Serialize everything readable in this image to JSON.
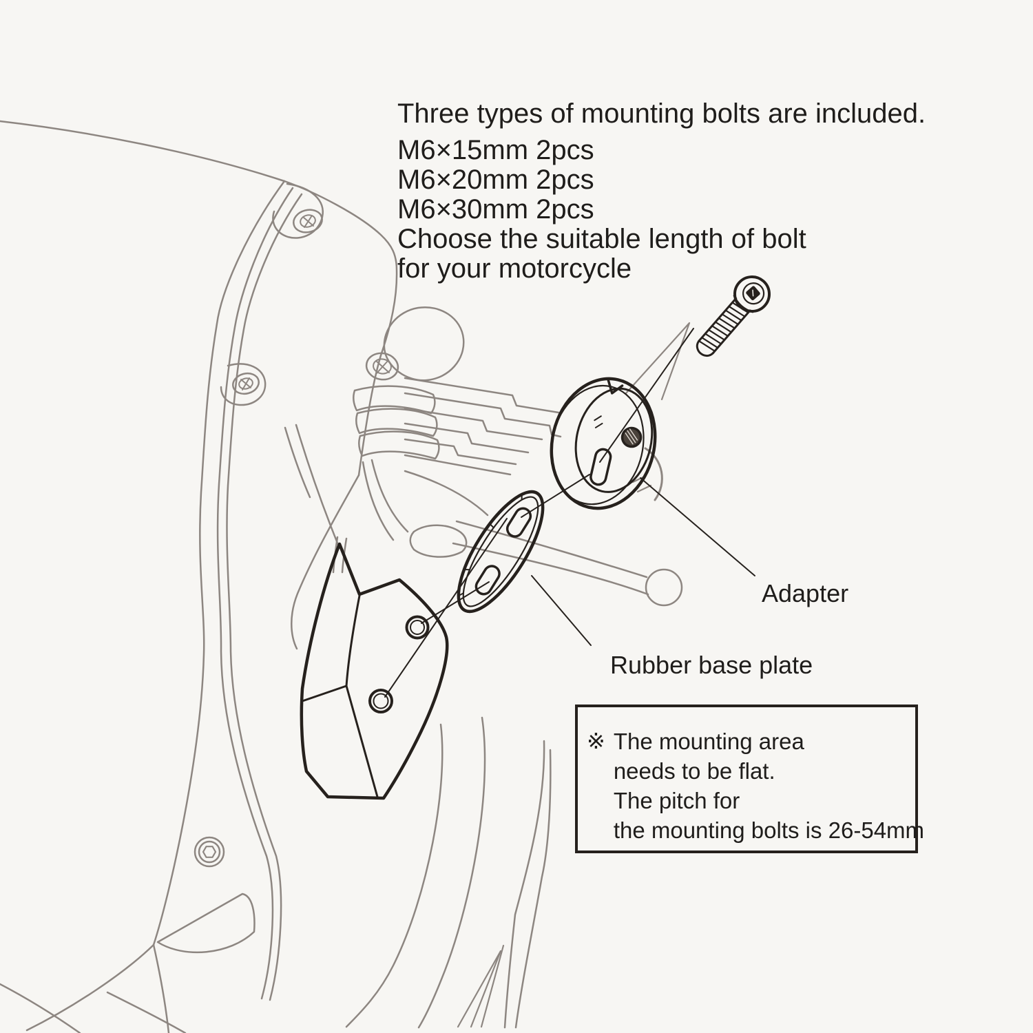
{
  "instructions": {
    "title": "Three types of mounting bolts are included.",
    "bolt_options": [
      "M6×15mm 2pcs",
      "M6×20mm 2pcs",
      "M6×30mm 2pcs"
    ],
    "advice": [
      "Choose the suitable length of bolt",
      "for your motorcycle"
    ]
  },
  "labels": {
    "adapter": "Adapter",
    "rubber_base_plate": "Rubber base plate"
  },
  "note": {
    "marker": "※",
    "lines": [
      "The mounting area",
      "needs to be flat.",
      "The pitch for",
      "the mounting bolts is 26-54mm"
    ]
  },
  "diagram_parts": [
    "mounting bolt",
    "adapter",
    "rubber base plate",
    "motorcycle front cowl mounting area"
  ],
  "colors": {
    "background": "#f7f6f3",
    "line_gray": "#8d8681",
    "line_black": "#26211d",
    "text": "#1f1d1b"
  }
}
